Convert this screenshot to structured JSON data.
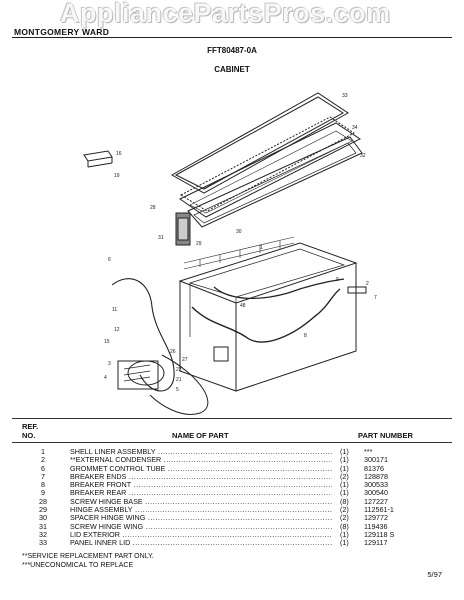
{
  "watermark": "AppliancePartsPros.com",
  "header": {
    "manufacturer": "MONTGOMERY WARD",
    "model": "FFT80487-0A",
    "section": "CABINET"
  },
  "table": {
    "header_ref": "REF.",
    "header_no": "NO.",
    "header_name": "NAME OF PART",
    "header_pn": "PART NUMBER",
    "rows": [
      {
        "ref": "1",
        "name": "SHELL LINER ASSEMBLY",
        "qty": "(1)",
        "pn": "***"
      },
      {
        "ref": "2",
        "name": "**EXTERNAL CONDENSER",
        "qty": "(1)",
        "pn": "300171"
      },
      {
        "ref": "6",
        "name": "GROMMET CONTROL TUBE",
        "qty": "(1)",
        "pn": "81376"
      },
      {
        "ref": "7",
        "name": "BREAKER ENDS",
        "qty": "(2)",
        "pn": "128878"
      },
      {
        "ref": "8",
        "name": "BREAKER FRONT",
        "qty": "(1)",
        "pn": "300533"
      },
      {
        "ref": "9",
        "name": "BREAKER REAR",
        "qty": "(1)",
        "pn": "300540"
      },
      {
        "ref": "28",
        "name": "SCREW HINGE BASE",
        "qty": "(8)",
        "pn": "127227"
      },
      {
        "ref": "29",
        "name": "HINGE ASSEMBLY",
        "qty": "(2)",
        "pn": "112561-1"
      },
      {
        "ref": "30",
        "name": "SPACER HINGE WING",
        "qty": "(2)",
        "pn": "129772"
      },
      {
        "ref": "31",
        "name": "SCREW HINGE WING",
        "qty": "(8)",
        "pn": "119436"
      },
      {
        "ref": "32",
        "name": "LID EXTERIOR",
        "qty": "(1)",
        "pn": "129118 S"
      },
      {
        "ref": "33",
        "name": "PANEL INNER LID",
        "qty": "(1)",
        "pn": "129117"
      }
    ]
  },
  "notes": {
    "note1": "**SERVICE REPLACEMENT PART ONLY.",
    "note2": "***UNECONOMICAL TO REPLACE"
  },
  "page_number": "5/97",
  "callouts": [
    "33",
    "34",
    "32",
    "16",
    "19",
    "29",
    "31",
    "28",
    "30",
    "1",
    "2",
    "9",
    "8",
    "7",
    "6",
    "48",
    "11",
    "12",
    "15",
    "3",
    "4",
    "5",
    "22",
    "21",
    "27",
    "26"
  ]
}
